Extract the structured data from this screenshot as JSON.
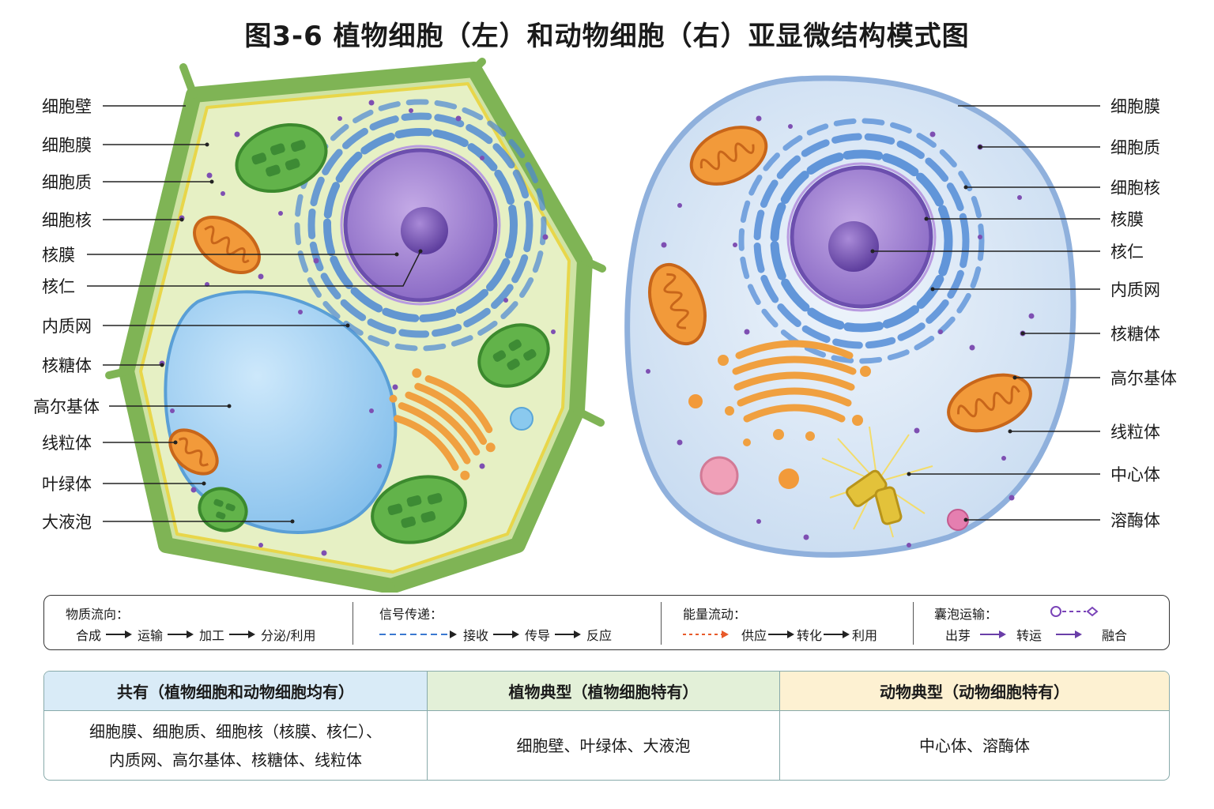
{
  "title": "图3-6  植物细胞（左）和动物细胞（右）亚显微结构模式图",
  "plant_labels": [
    "细胞壁",
    "细胞膜",
    "细胞质",
    "细胞核",
    "核膜",
    "核仁",
    "内质网",
    "核糖体",
    "高尔基体",
    "线粒体",
    "叶绿体",
    "大液泡"
  ],
  "animal_labels": [
    "细胞膜",
    "细胞质",
    "细胞核",
    "核膜",
    "核仁",
    "内质网",
    "核糖体",
    "高尔基体",
    "线粒体",
    "中心体",
    "溶酶体"
  ],
  "legend": {
    "material": {
      "title": "物质流向：",
      "steps": [
        "合成",
        "运输",
        "加工",
        "分泌/利用"
      ]
    },
    "signal": {
      "title": "信号传递：",
      "steps": [
        "接收",
        "传导",
        "反应"
      ]
    },
    "energy": {
      "title": "能量流动：",
      "steps": [
        "供应",
        "转化",
        "利用"
      ]
    },
    "vesicle": {
      "title": "囊泡运输：",
      "steps": [
        "出芽",
        "转运",
        "融合"
      ]
    }
  },
  "table": {
    "common": {
      "header": "共有（植物细胞和动物细胞均有）",
      "line1": "细胞膜、细胞质、细胞核（核膜、核仁）、",
      "line2": "内质网、高尔基体、核糖体、线粒体"
    },
    "plant": {
      "header": "植物典型（植物细胞特有）",
      "body": "细胞壁、叶绿体、大液泡"
    },
    "animal": {
      "header": "动物典型（动物细胞特有）",
      "body": "中心体、溶酶体"
    }
  },
  "colors": {
    "cell_wall": "#8cbf5a",
    "plant_cytoplasm": "#e6f0c4",
    "animal_cytoplasm": "#dbe8f6",
    "nucleus": "#9b7ed0",
    "er": "#4a86d4",
    "golgi": "#f0a040",
    "mitochondria": "#ef8a2e",
    "chloroplast": "#62b34a",
    "vacuole": "#a8d4f2",
    "header_common": "#d9ebf7",
    "header_plant": "#e3f0d8",
    "header_animal": "#fdf1d2"
  }
}
